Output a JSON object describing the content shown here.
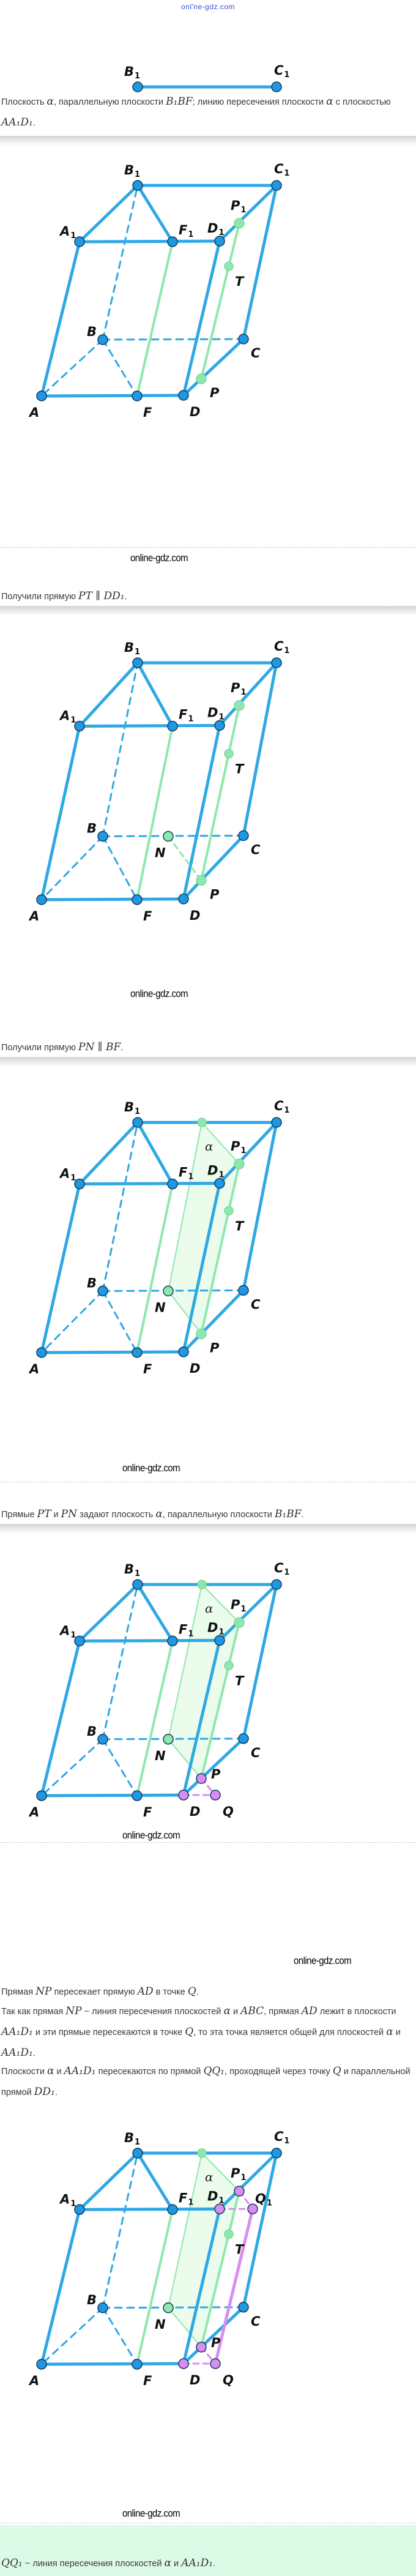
{
  "site_header": "onl'ne-gdz.com",
  "watermark": "online-gdz.com",
  "colors": {
    "blue": "#2fa8e4",
    "blue_point": "#1e98e2",
    "green": "#8ee8ad",
    "pink": "#d88df2",
    "plane": "#e6fbe9",
    "outline": "#123a5c"
  },
  "paragraphs": [
    {
      "segments": [
        {
          "t": "Плоскость "
        },
        {
          "m": "α"
        },
        {
          "t": ", параллельную плоскости "
        },
        {
          "m": "B₁BF"
        },
        {
          "t": "; линию пересечения плоскости "
        },
        {
          "m": "α"
        },
        {
          "t": " с плоскостью "
        },
        {
          "m": "AA₁D₁"
        },
        {
          "t": "."
        }
      ]
    },
    {
      "segments": [
        {
          "t": "Получили прямую "
        },
        {
          "m": "PT ∥ DD₁"
        },
        {
          "t": "."
        }
      ]
    },
    {
      "segments": [
        {
          "t": "Получили прямую "
        },
        {
          "m": "PN ∥ BF"
        },
        {
          "t": "."
        }
      ]
    },
    {
      "segments": [
        {
          "t": "Прямые "
        },
        {
          "m": "PT"
        },
        {
          "t": " и "
        },
        {
          "m": "PN"
        },
        {
          "t": " задают плоскость "
        },
        {
          "m": "α"
        },
        {
          "t": ", параллельную плоскости "
        },
        {
          "m": "B₁BF"
        },
        {
          "t": "."
        }
      ]
    },
    {
      "segments": [
        {
          "t": "Прямая "
        },
        {
          "m": "NP"
        },
        {
          "t": " пересекает прямую "
        },
        {
          "m": "AD"
        },
        {
          "t": " в точке "
        },
        {
          "m": "Q"
        },
        {
          "t": "."
        }
      ]
    },
    {
      "segments": [
        {
          "t": "Так как прямая "
        },
        {
          "m": "NP"
        },
        {
          "t": " − линия пересечения плоскостей "
        },
        {
          "m": "α"
        },
        {
          "t": " и "
        },
        {
          "m": "ABC"
        },
        {
          "t": ", прямая "
        },
        {
          "m": "AD"
        },
        {
          "t": " лежит в плоскости "
        },
        {
          "m": "AA₁D₁"
        },
        {
          "t": " и эти прямые пересекаются в точке "
        },
        {
          "m": "Q"
        },
        {
          "t": ", то эта точка является общей для плоскостей "
        },
        {
          "m": "α"
        },
        {
          "t": " и "
        },
        {
          "m": "AA₁D₁"
        },
        {
          "t": "."
        }
      ]
    },
    {
      "segments": [
        {
          "t": "Плоскости "
        },
        {
          "m": "α"
        },
        {
          "t": " и "
        },
        {
          "m": "AA₁D₁"
        },
        {
          "t": " пересекаются по прямой "
        },
        {
          "m": "QQ₁"
        },
        {
          "t": ", проходящей через точку "
        },
        {
          "m": "Q"
        },
        {
          "t": " и параллельной прямой "
        },
        {
          "m": "DD₁"
        },
        {
          "t": "."
        }
      ]
    },
    {
      "segments": [
        {
          "m": "QQ₁"
        },
        {
          "t": " − линия пересечения плоскостей "
        },
        {
          "m": "α"
        },
        {
          "t": " и "
        },
        {
          "m": "AA₁D₁"
        },
        {
          "t": "."
        }
      ]
    }
  ],
  "point_labels": {
    "B1": {
      "l": "B",
      "s": "1"
    },
    "C1": {
      "l": "C",
      "s": "1"
    },
    "A1": {
      "l": "A",
      "s": "1"
    },
    "F1": {
      "l": "F",
      "s": "1"
    },
    "D1": {
      "l": "D",
      "s": "1"
    },
    "B": {
      "l": "B",
      "s": ""
    },
    "C": {
      "l": "C",
      "s": ""
    },
    "A": {
      "l": "A",
      "s": ""
    },
    "F": {
      "l": "F",
      "s": ""
    },
    "D": {
      "l": "D",
      "s": ""
    },
    "P": {
      "l": "P",
      "s": ""
    },
    "P1": {
      "l": "P",
      "s": "1"
    },
    "T": {
      "l": "T",
      "s": ""
    },
    "N": {
      "l": "N",
      "s": ""
    },
    "Q": {
      "l": "Q",
      "s": ""
    },
    "Q1": {
      "l": "Q",
      "s": "1"
    },
    "alpha": {
      "l": "α",
      "s": ""
    }
  },
  "figures": [
    {
      "name": "figure-top-edge",
      "lines": [
        [
          "B1",
          "C1",
          "blue",
          "solid"
        ]
      ],
      "points": [
        [
          "B1",
          "blue"
        ],
        [
          "C1",
          "blue"
        ]
      ],
      "plane": false
    },
    {
      "name": "figure-step-1",
      "lines": [
        [
          "F",
          "F1",
          "green",
          "solid"
        ],
        [
          "P",
          "P1",
          "green",
          "solid"
        ]
      ],
      "points": [
        [
          "P1",
          "green"
        ],
        [
          "T",
          "green"
        ],
        [
          "P",
          "green"
        ]
      ],
      "plane": false
    },
    {
      "name": "figure-step-2",
      "lines": [
        [
          "F",
          "F1",
          "green",
          "solid"
        ],
        [
          "P",
          "P1",
          "green",
          "solid"
        ],
        [
          "N",
          "P",
          "green",
          "dashed"
        ]
      ],
      "points": [
        [
          "P1",
          "green"
        ],
        [
          "T",
          "green"
        ],
        [
          "P",
          "green"
        ],
        [
          "N",
          "green"
        ]
      ],
      "plane": false
    },
    {
      "name": "figure-step-3",
      "lines": [
        [
          "F",
          "F1",
          "green",
          "solid"
        ],
        [
          "P",
          "P1",
          "green",
          "solid"
        ]
      ],
      "points": [
        [
          "K",
          "green"
        ],
        [
          "P1",
          "green"
        ],
        [
          "T",
          "green"
        ],
        [
          "P",
          "green"
        ],
        [
          "N",
          "green"
        ]
      ],
      "plane": true
    },
    {
      "name": "figure-step-4",
      "lines": [
        [
          "F",
          "F1",
          "green",
          "solid"
        ],
        [
          "P",
          "P1",
          "green",
          "solid"
        ],
        [
          "D",
          "Q",
          "pink",
          "dashed"
        ],
        [
          "P",
          "Q",
          "pink",
          "dashed"
        ]
      ],
      "points": [
        [
          "K",
          "green"
        ],
        [
          "P1",
          "green"
        ],
        [
          "T",
          "green"
        ],
        [
          "N",
          "green"
        ],
        [
          "P",
          "pink"
        ],
        [
          "D",
          "pink"
        ],
        [
          "Q",
          "pink"
        ]
      ],
      "plane": true
    },
    {
      "name": "figure-step-5",
      "lines": [
        [
          "F",
          "F1",
          "green",
          "solid"
        ],
        [
          "P",
          "P1",
          "green",
          "solid"
        ],
        [
          "D",
          "Q",
          "pink",
          "dashed"
        ],
        [
          "P",
          "Q",
          "pink",
          "dashed"
        ],
        [
          "D1",
          "Q1",
          "pink",
          "dashed"
        ],
        [
          "P1",
          "Q1",
          "pink",
          "dashed"
        ],
        [
          "Q",
          "Q1",
          "pink",
          "thick"
        ]
      ],
      "points": [
        [
          "K",
          "green"
        ],
        [
          "T",
          "green"
        ],
        [
          "N",
          "green"
        ],
        [
          "P1",
          "pink"
        ],
        [
          "P",
          "pink"
        ],
        [
          "D",
          "pink"
        ],
        [
          "D1",
          "pink"
        ],
        [
          "Q",
          "pink"
        ],
        [
          "Q1",
          "pink"
        ]
      ],
      "plane": true
    }
  ]
}
